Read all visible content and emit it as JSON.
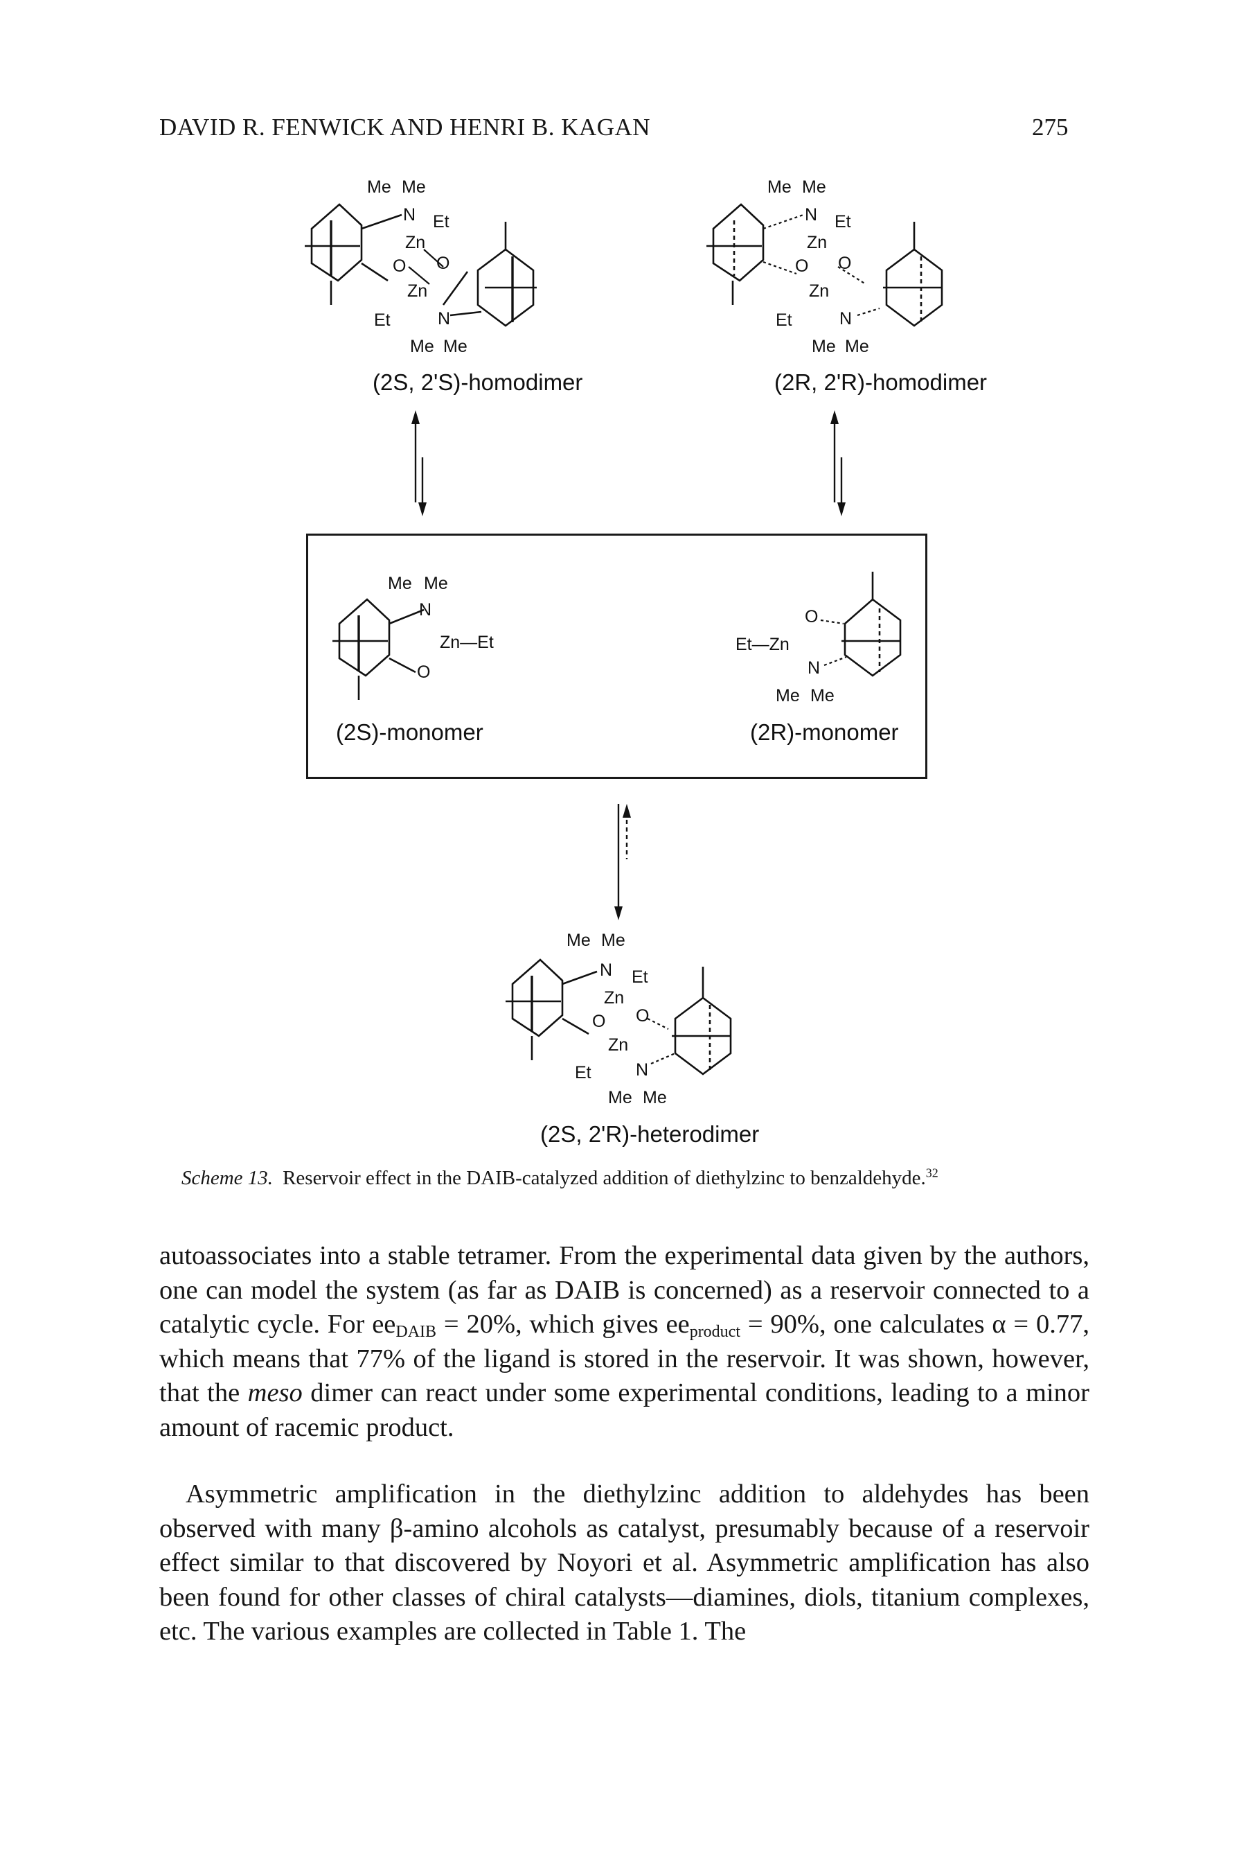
{
  "header": {
    "authors": "DAVID R. FENWICK AND HENRI B. KAGAN",
    "page_number": "275"
  },
  "scheme": {
    "atoms": {
      "me": "Me",
      "et": "Et",
      "n": "N",
      "zn": "Zn",
      "o": "O",
      "zn_et": "Zn—Et",
      "et_zn": "Et—Zn"
    },
    "labels": {
      "ss_homodimer": "(2S, 2'S)-homodimer",
      "rr_homodimer": "(2R, 2'R)-homodimer",
      "s_monomer": "(2S)-monomer",
      "r_monomer": "(2R)-monomer",
      "sr_heterodimer": "(2S, 2'R)-heterodimer"
    }
  },
  "caption": {
    "label": "Scheme 13.",
    "text": "Reservoir effect in the DAIB-catalyzed addition of diethylzinc to benzaldehyde.",
    "ref": "32"
  },
  "paragraph1": {
    "part1": "autoassociates into a stable tetramer. From the experimental data given by the authors, one can model the system (as far as DAIB is concerned) as a reservoir connected to a catalytic cycle. For ee",
    "sub1": "DAIB",
    "part2": " = 20%, which gives ee",
    "sub2": "product",
    "part3": " = 90%, one calculates α = 0.77, which means that 77% of the ligand is stored in the reservoir. It was shown, however, that the ",
    "italic": "meso",
    "part4": " dimer can react under some experimental conditions, leading to a minor amount of racemic product."
  },
  "paragraph2": {
    "text": "Asymmetric amplification in the diethylzinc addition to aldehydes has been observed with many β-amino alcohols as catalyst, presumably because of a reservoir effect similar to that discovered by Noyori et al. Asymmetric amplification has also been found for other classes of chiral catalysts—diamines, diols, titanium complexes, etc. The various examples are collected in Table 1. The"
  }
}
